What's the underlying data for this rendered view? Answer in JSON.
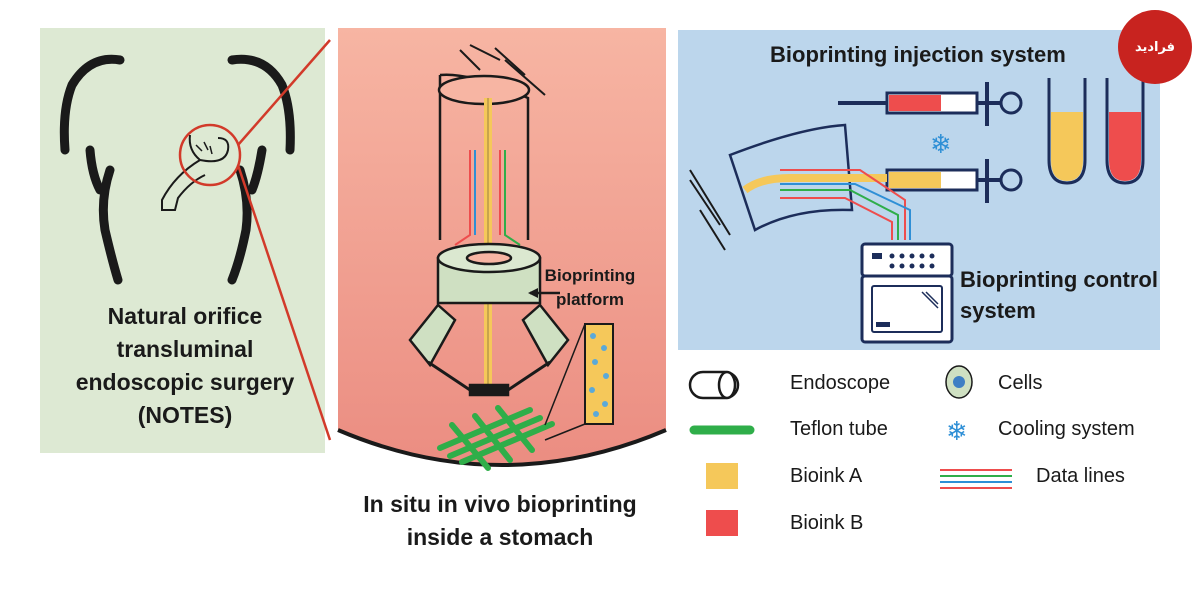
{
  "left_panel": {
    "caption": "Natural orifice transluminal endoscopic surgery (NOTES)"
  },
  "middle_panel": {
    "platform_label": "Bioprinting platform",
    "caption": "In situ in vivo bioprinting inside a stomach"
  },
  "right_panel": {
    "injection_title": "Bioprinting injection system",
    "control_title": "Bioprinting control system"
  },
  "legend": {
    "endoscope": "Endoscope",
    "teflon": "Teflon tube",
    "bioink_a": "Bioink A",
    "bioink_b": "Bioink B",
    "cells": "Cells",
    "cooling": "Cooling system",
    "data_lines": "Data lines"
  },
  "watermark": "فرادید",
  "colors": {
    "left_bg": "#dde9d3",
    "middle_bg": "#f2a592",
    "right_bg": "#bcd6ec",
    "bioink_a": "#f5c85a",
    "bioink_b": "#ee4d4d",
    "teflon": "#2fae49",
    "cooling": "#2e8fd6",
    "navy": "#1c2d5a",
    "zoom_line": "#d23a2a"
  }
}
